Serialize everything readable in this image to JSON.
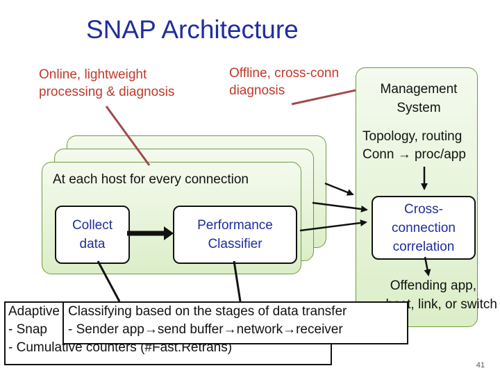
{
  "title": "SNAP Architecture",
  "notes": {
    "online": [
      "Online, lightweight",
      "processing & diagnosis"
    ],
    "offline": [
      "Offline, cross-conn",
      "diagnosis"
    ]
  },
  "management": {
    "title": [
      "Management",
      "System"
    ],
    "topology": [
      "Topology, routing",
      "Conn → proc/app"
    ],
    "cross_correlation": [
      "Cross-",
      "connection",
      "correlation"
    ],
    "offending": [
      "Offending app,",
      "host, link, or switch"
    ]
  },
  "host_box": {
    "title": "At each host for every connection",
    "collect": [
      "Collect",
      "data"
    ],
    "classifier": [
      "Performance",
      "Classifier"
    ]
  },
  "adaptive_box": {
    "lines": [
      "Adaptive",
      "- Snap",
      "- Cumulative counters (#Fast.Retrans)"
    ]
  },
  "classifying_box": {
    "lines": [
      "Classifying based on the stages of data transfer",
      "- Sender app→send buffer→network→receiver"
    ]
  },
  "page_number": "41",
  "colors": {
    "title": "#1f2d9e",
    "note": "#c0392b",
    "box_border": "#6f9a3e",
    "box_fill": "#dbeec8"
  }
}
